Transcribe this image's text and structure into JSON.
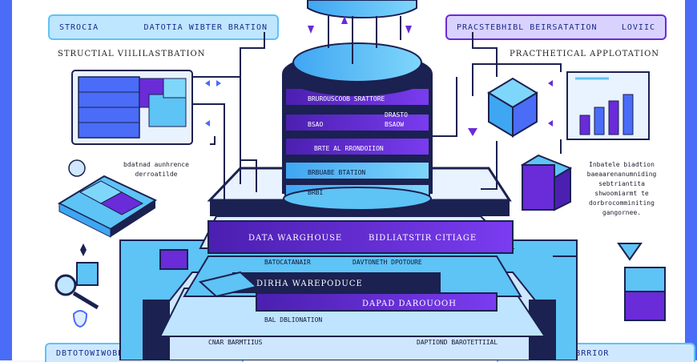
{
  "banners": {
    "top_left_a": "STROCIA",
    "top_left_b": "DATOTIA WIBTER BRATION",
    "top_right_a": "PRACSTEBHIBL BEIRSATATION",
    "top_right_b": "LOVIIC",
    "bottom_left": "DBTOTOWIWOBBIINE",
    "bottom_right": "DESOTOVIAEEABRRIOR"
  },
  "sections": {
    "left_title": "STRUCTIAL VIILILASTBATION",
    "right_title": "PRACTHETICAL APPLOTATION"
  },
  "notes": {
    "left_caption_1": "bdatnad aunhrence",
    "left_caption_2": "derroatilde",
    "right_caption_1": "Inbatele biadtion",
    "right_caption_2": "baeaarenanumniding",
    "right_caption_3": "sebtriantita",
    "right_caption_4": "shwoomiarmt te",
    "right_caption_5": "dorbrocomminiting",
    "right_caption_6": "gangornee."
  },
  "cylinder_labels": {
    "disk1": "BRUROUSCOOB SRATTORE",
    "disk1b": "BSAOW",
    "disk2a": "BSAO",
    "disk2b": "DRASTO",
    "disk3": "BRTE AL RRONDOIION",
    "disk4": "BRBUABE BTATION",
    "disk5": "BRBI"
  },
  "platform_labels": {
    "upper": "DATA WARGHOUSE",
    "upper_right": "BIDLIATSTIR CITIAGE",
    "middle_left": "BATOCATANAIR",
    "middle_right": "DAVTONETH DPOTOURE",
    "lower_left": "DIRHA WAREPODUCE",
    "lower_right": "DAPAD DAROUOOH",
    "base_left": "BAL DBLIONATION",
    "base_mid": "CNAR BARMTIIUS",
    "base_right": "DAPTIOND BAROTETTIIAL"
  },
  "colors": {
    "accent_blue": "#4a6cf7",
    "light_blue": "#5ec3f5",
    "purple": "#6a2bd8",
    "navy": "#1b2150",
    "pale": "#e9f2ff"
  }
}
